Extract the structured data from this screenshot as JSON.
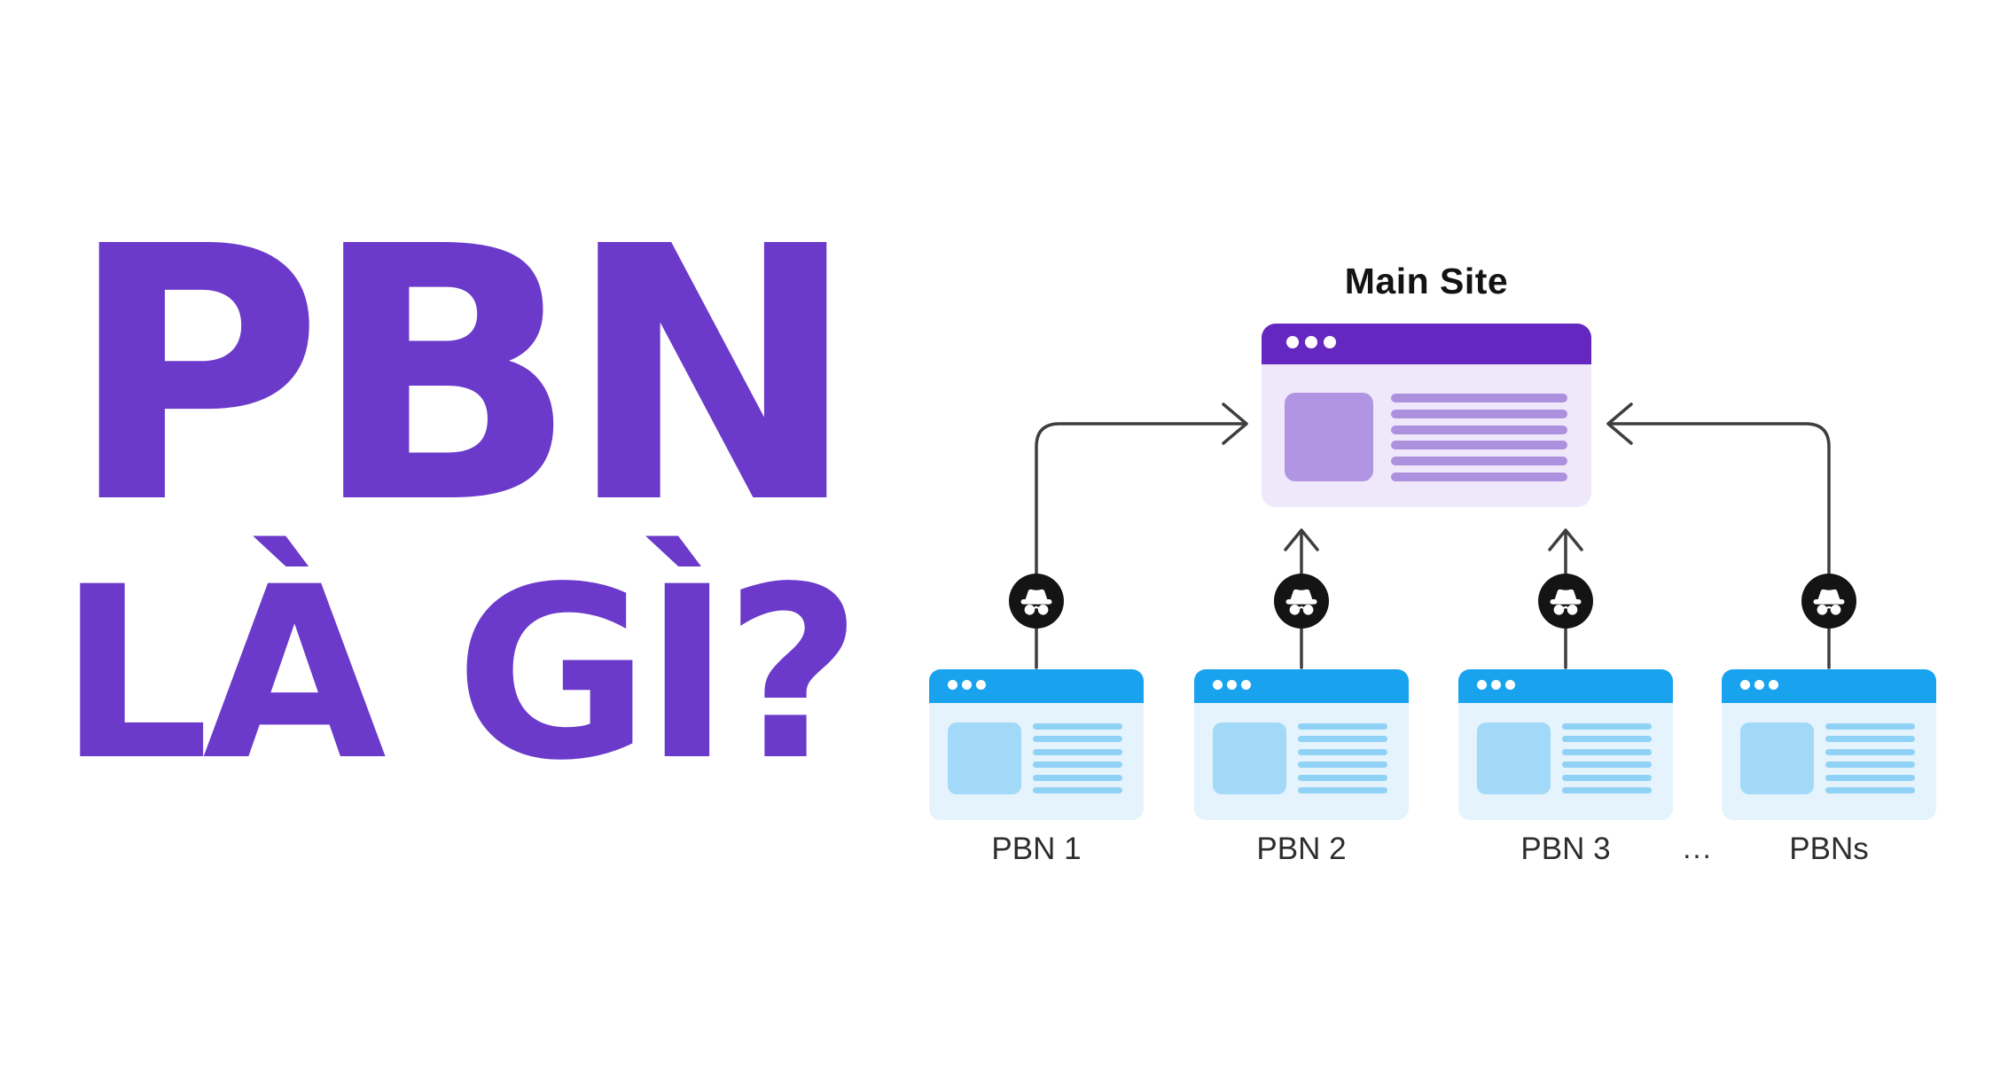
{
  "headline": {
    "title": "PBN",
    "subtitle": "LÀ GÌ?"
  },
  "diagram": {
    "main_site_label": "Main Site",
    "pbn_labels": [
      "PBN 1",
      "PBN 2",
      "PBN 3",
      "PBNs"
    ],
    "ellipsis": "...",
    "icons": {
      "window_controls": "three-dots-icon",
      "link_badge": "incognito-icon"
    }
  },
  "colors": {
    "background": "#FFFFFF",
    "headline_purple": "#6B3ACA",
    "main_header": "#6428C0",
    "main_body": "#EFE7FA",
    "main_accent": "#B295E2",
    "main_line": "#AC91DE",
    "pbn_header": "#19A3EF",
    "pbn_body": "#E4F3FC",
    "pbn_accent": "#A2D9F8",
    "pbn_line": "#90D2F6",
    "arrow": "#3E3E3E",
    "icon_bg": "#141414",
    "label_text": "#2D2D2D",
    "title_text": "#131313"
  }
}
